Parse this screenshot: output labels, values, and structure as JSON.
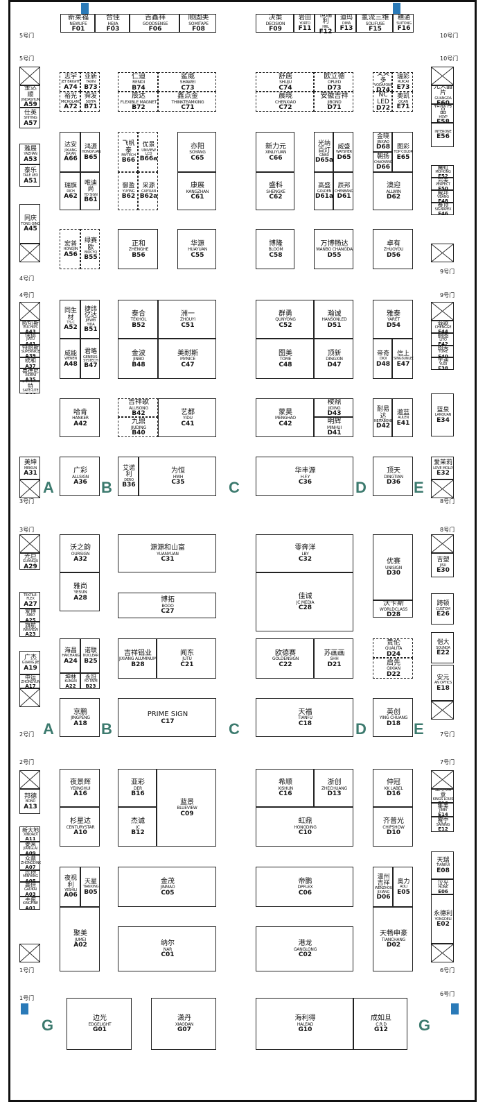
{
  "zones": [
    "A",
    "B",
    "C",
    "D",
    "E",
    "G"
  ],
  "gates": {
    "left": [
      "5号门",
      "4号门",
      "3号门",
      "2号门",
      "1号门"
    ],
    "right": [
      "10号门",
      "9号门",
      "8号门",
      "7号门",
      "6号门"
    ]
  },
  "booths": [
    {
      "code": "F01",
      "cn": "新莱福",
      "en": "NEWLIFE"
    },
    {
      "code": "F03",
      "cn": "合佳",
      "en": "HEJIA"
    },
    {
      "code": "F06",
      "cn": "吉鑫祥",
      "en": "GOODSENSE"
    },
    {
      "code": "F08",
      "cn": "顺固美",
      "en": "SOMITAPE"
    },
    {
      "code": "F09",
      "cn": "决策",
      "en": "DECISION"
    },
    {
      "code": "F11",
      "cn": "岩田",
      "en": "YORTO"
    },
    {
      "code": "F12",
      "cn": "恒瑞利",
      "en": "HRL"
    },
    {
      "code": "F13",
      "cn": "迪玛",
      "en": "DIMA"
    },
    {
      "code": "F15",
      "cn": "氢流三维",
      "en": "SOLIFUSE"
    },
    {
      "code": "F16",
      "cn": "穗通",
      "en": "SUITONG"
    },
    {
      "code": "A59",
      "cn": "金达顺",
      "en": "JINDASHUN"
    },
    {
      "code": "A57",
      "cn": "仕英",
      "en": "SHIYING"
    },
    {
      "code": "A53",
      "cn": "雅展",
      "en": "YAZHAN"
    },
    {
      "code": "A51",
      "cn": "泰乐",
      "en": "TALE LED"
    },
    {
      "code": "A45",
      "cn": "同庆",
      "en": "TONG QING"
    },
    {
      "code": "A74",
      "cn": "志宇",
      "en": "JET BRIGHT"
    },
    {
      "code": "B73",
      "cn": "亚新",
      "en": "YAXIN"
    },
    {
      "code": "A72",
      "cn": "裕光",
      "en": "MICROLAND"
    },
    {
      "code": "B71",
      "cn": "舜发",
      "en": "SOFFA"
    },
    {
      "code": "B74",
      "cn": "仁迪",
      "en": "RENDI"
    },
    {
      "code": "B72",
      "cn": "辰达",
      "en": "FLEXIBLE MAGNET"
    },
    {
      "code": "C73",
      "cn": "鲨威",
      "en": "SHAWEI"
    },
    {
      "code": "C71",
      "cn": "鑫点金",
      "en": "THINKTEAMKING"
    },
    {
      "code": "A66",
      "cn": "达安",
      "en": "JIXIANG DA'AN"
    },
    {
      "code": "B65",
      "cn": "鸿源",
      "en": "HONGYUAN"
    },
    {
      "code": "A62",
      "cn": "瑞旗",
      "en": "RICH"
    },
    {
      "code": "B61",
      "cn": "唯迪尚",
      "en": "YD SIGN"
    },
    {
      "code": "B66",
      "cn": "飞帆泰",
      "en": "FAYTECH"
    },
    {
      "code": "B66a",
      "cn": "优景",
      "en": "UNIVIEW LCD"
    },
    {
      "code": "B62",
      "cn": "御盈",
      "en": "YUYING"
    },
    {
      "code": "B62a",
      "cn": "采源",
      "en": "CAIYUAN"
    },
    {
      "code": "C65",
      "cn": "亦阳",
      "en": "SOYANG"
    },
    {
      "code": "C61",
      "cn": "康展",
      "en": "KANGZHAN"
    },
    {
      "code": "A56",
      "cn": "宏普",
      "en": "HONGJIN"
    },
    {
      "code": "B55",
      "cn": "绿赛欧",
      "en": "BIOCYQ"
    },
    {
      "code": "B56",
      "cn": "正和",
      "en": "ZHENGHE"
    },
    {
      "code": "C55",
      "cn": "华源",
      "en": "HUAYUAN"
    },
    {
      "code": "A52",
      "cn": "同生材",
      "en": "T.S.C"
    },
    {
      "code": "B51",
      "cn": "捷纬亿达",
      "en": "JIEWEI YIDA"
    },
    {
      "code": "A48",
      "cn": "威能",
      "en": "WENEN"
    },
    {
      "code": "B47",
      "cn": "君略",
      "en": "GENESIS-SYSTECH"
    },
    {
      "code": "B52",
      "cn": "泰合",
      "en": "TEKHOL"
    },
    {
      "code": "C51",
      "cn": "洲一",
      "en": "ZHOUYI"
    },
    {
      "code": "B48",
      "cn": "金波",
      "en": "JINBO"
    },
    {
      "code": "C47",
      "cn": "美耐斯",
      "en": "MYNICE"
    },
    {
      "code": "A43",
      "cn": "欧切斯",
      "en": "EUCHIPS"
    },
    {
      "code": "A41",
      "cn": "佳途",
      "en": "JIATU"
    },
    {
      "code": "A39",
      "cn": "特耐斯",
      "en": "SUPERNICE"
    },
    {
      "code": "A37",
      "cn": "统和",
      "en": "TONGHE"
    },
    {
      "code": "A35",
      "cn": "喜德尼",
      "en": "XIDENI"
    },
    {
      "code": "A33",
      "cn": "赛特莱特",
      "en": "SATE-LITE"
    },
    {
      "code": "A42",
      "cn": "哈肯",
      "en": "HANKER"
    },
    {
      "code": "B42",
      "cn": "吉祥歌",
      "en": "ALUSONG"
    },
    {
      "code": "B40",
      "cn": "九鼎",
      "en": "JIUDING"
    },
    {
      "code": "C41",
      "cn": "艺都",
      "en": "YIDU"
    },
    {
      "code": "A31",
      "cn": "美坤",
      "en": "MEIKUN"
    },
    {
      "code": "A36",
      "cn": "广彩",
      "en": "ALLSIGN"
    },
    {
      "code": "B36",
      "cn": "艾诺利",
      "en": "DERO"
    },
    {
      "code": "C35",
      "cn": "为恒",
      "en": "HWH"
    },
    {
      "code": "C74",
      "cn": "舒居",
      "en": "SHUJU"
    },
    {
      "code": "D73",
      "cn": "欧立德",
      "en": "OPLED"
    },
    {
      "code": "C72",
      "cn": "晨晓",
      "en": "CHENXIAO"
    },
    {
      "code": "D71",
      "cn": "安徽吉祥",
      "en": "JIBOND"
    },
    {
      "code": "D74",
      "cn": "艾美多",
      "en": "VODAFONE"
    },
    {
      "code": "E73",
      "cn": "瑞彩",
      "en": "RUICAI"
    },
    {
      "code": "D72",
      "cn": "NC LED",
      "en": ""
    },
    {
      "code": "E71",
      "cn": "奥凯",
      "en": "OCAN"
    },
    {
      "code": "C66",
      "cn": "新力元",
      "en": "XINLIYUAN"
    },
    {
      "code": "C62",
      "cn": "盛科",
      "en": "SHENGKE"
    },
    {
      "code": "D65a",
      "cn": "光纳百灯",
      "en": "GNBD"
    },
    {
      "code": "D65",
      "cn": "威盛",
      "en": "WAYSHER"
    },
    {
      "code": "D61a",
      "cn": "高盛",
      "en": "GOLDEN"
    },
    {
      "code": "D61",
      "cn": "辰邦",
      "en": "CHENBANG"
    },
    {
      "code": "D68",
      "cn": "金晓",
      "en": "JINXIAO"
    },
    {
      "code": "D66",
      "cn": "朝扬",
      "en": "CHAOYANG"
    },
    {
      "code": "E65",
      "cn": "图彩",
      "en": "TOP COLOR"
    },
    {
      "code": "D62",
      "cn": "澳迎",
      "en": "ALLWIN"
    },
    {
      "code": "E60",
      "cn": "光大晶片",
      "en": "GUANGDA"
    },
    {
      "code": "E58",
      "cn": "和顺有品",
      "en": "HSYP"
    },
    {
      "code": "E56",
      "cn": "",
      "en": "INTERONE"
    },
    {
      "code": "E52",
      "cn": "魔虹",
      "en": "MOHONG"
    },
    {
      "code": "E50",
      "cn": "完美",
      "en": "PERFECT"
    },
    {
      "code": "E48",
      "cn": "威邦",
      "en": "VBANG"
    },
    {
      "code": "E46",
      "cn": "赛顶",
      "en": "SIGNAPEX"
    },
    {
      "code": "C58",
      "cn": "博隆",
      "en": "BLOOM"
    },
    {
      "code": "D55",
      "cn": "万博畅达",
      "en": "WANBO CHANGDA"
    },
    {
      "code": "D56",
      "cn": "卓有",
      "en": "ZHUOYOU"
    },
    {
      "code": "C52",
      "cn": "群勇",
      "en": "QUNYONG"
    },
    {
      "code": "D51",
      "cn": "瀚诚",
      "en": "HANSONLED"
    },
    {
      "code": "C48",
      "cn": "图美",
      "en": "TOME"
    },
    {
      "code": "D47",
      "cn": "顶新",
      "en": "DINGXIN"
    },
    {
      "code": "D54",
      "cn": "雅泰",
      "en": "YARET"
    },
    {
      "code": "D48",
      "cn": "帝奇",
      "en": "DIQI"
    },
    {
      "code": "E47",
      "cn": "信上",
      "en": "SINGSUNLED"
    },
    {
      "code": "E44",
      "cn": "诚歌",
      "en": "CHENGGE"
    },
    {
      "code": "E42",
      "cn": "丽图",
      "en": "LITO"
    },
    {
      "code": "E40",
      "cn": "图美",
      "en": "TOME"
    },
    {
      "code": "E38",
      "cn": "宇迪",
      "en": "YUDI"
    },
    {
      "code": "E34",
      "cn": "蓝泉",
      "en": "LANQUAN"
    },
    {
      "code": "C42",
      "cn": "蒙昊",
      "en": "MENGHAO"
    },
    {
      "code": "D43",
      "cn": "稷鼎",
      "en": "JIDING"
    },
    {
      "code": "D41",
      "cn": "明辉",
      "en": "MINHUI"
    },
    {
      "code": "D42",
      "cn": "耐易达",
      "en": "NEITABOND"
    },
    {
      "code": "E41",
      "cn": "遨蓝",
      "en": "AULEN"
    },
    {
      "code": "C36",
      "cn": "华丰源",
      "en": "H.F.Y"
    },
    {
      "code": "D36",
      "cn": "顶天",
      "en": "DINGTIAN"
    },
    {
      "code": "E32",
      "cn": "爱茉莉",
      "en": "LOVE MOLLY"
    },
    {
      "code": "A29",
      "cn": "光巨",
      "en": "GUANGJU"
    },
    {
      "code": "A27",
      "cn": "",
      "en": "TEXTILE-FLEX"
    },
    {
      "code": "A25",
      "cn": "爱博",
      "en": "AIBO"
    },
    {
      "code": "A23",
      "cn": "旗航",
      "en": "WINVIEW"
    },
    {
      "code": "A19",
      "cn": "广杰",
      "en": "GUANG JIE"
    },
    {
      "code": "A17",
      "cn": "中运",
      "en": "ZHONGYUN"
    },
    {
      "code": "A32",
      "cn": "沃之韵",
      "en": "OURSIGN"
    },
    {
      "code": "A28",
      "cn": "雅尚",
      "en": "YESUN"
    },
    {
      "code": "C31",
      "cn": "源源和山富",
      "en": "YUANYUAN"
    },
    {
      "code": "C27",
      "cn": "博拓",
      "en": "BODO"
    },
    {
      "code": "A24",
      "cn": "海昌",
      "en": "HAICHANG"
    },
    {
      "code": "B25",
      "cn": "诺联",
      "en": "NUCLEAR"
    },
    {
      "code": "A22",
      "cn": "坤林",
      "en": "KUNLIN"
    },
    {
      "code": "B23",
      "cn": "永冠",
      "en": "YD TAPE"
    },
    {
      "code": "B28",
      "cn": "吉祥铝业",
      "en": "JIXIANG ALUMINUM"
    },
    {
      "code": "C21",
      "cn": "闻东",
      "en": "JUTU"
    },
    {
      "code": "A18",
      "cn": "京鹏",
      "en": "JINGPENG"
    },
    {
      "code": "C17",
      "cn": "PRIME SIGN",
      "en": ""
    },
    {
      "code": "C32",
      "cn": "零奔洋",
      "en": "LBY"
    },
    {
      "code": "C28",
      "cn": "佳诚",
      "en": "JC MEDIA"
    },
    {
      "code": "D30",
      "cn": "优赛",
      "en": "UNISIGN"
    },
    {
      "code": "D28",
      "cn": "沃卡斯",
      "en": "WORLDCLASS"
    },
    {
      "code": "E30",
      "cn": "吉塑",
      "en": "JISU"
    },
    {
      "code": "E26",
      "cn": "跨顿",
      "en": "CUSTOM"
    },
    {
      "code": "E22",
      "cn": "恺大",
      "en": "SOUNDA"
    },
    {
      "code": "E18",
      "cn": "安元",
      "en": "AN OPTICS"
    },
    {
      "code": "C22",
      "cn": "欧德赛",
      "en": "GOLDENSIGN"
    },
    {
      "code": "D21",
      "cn": "苏画画",
      "en": "SHH"
    },
    {
      "code": "D24",
      "cn": "贵伦",
      "en": "QUALITA"
    },
    {
      "code": "D22",
      "cn": "启先",
      "en": "QIXIAN"
    },
    {
      "code": "C18",
      "cn": "天福",
      "en": "TIANFU"
    },
    {
      "code": "D18",
      "cn": "英创",
      "en": "YING CHUANG"
    },
    {
      "code": "A13",
      "cn": "邦德",
      "en": "BOND"
    },
    {
      "code": "A11",
      "cn": "新大地",
      "en": "XINDADI"
    },
    {
      "code": "A09",
      "cn": "姜来",
      "en": "JIANGLAI"
    },
    {
      "code": "A07",
      "cn": "众鼎",
      "en": "ZHONGDING"
    },
    {
      "code": "A05",
      "cn": "民扬",
      "en": "MINYANG"
    },
    {
      "code": "A03",
      "cn": "高倍",
      "en": "GAOKAI"
    },
    {
      "code": "A01",
      "cn": "丰盈",
      "en": "KINGFINE"
    },
    {
      "code": "A16",
      "cn": "夜景辉",
      "en": "YEJINGHUI"
    },
    {
      "code": "A10",
      "cn": "杉星达",
      "en": "CENTURYSTAR"
    },
    {
      "code": "B16",
      "cn": "亚彩",
      "en": "DER"
    },
    {
      "code": "B12",
      "cn": "杰诚",
      "en": "JC"
    },
    {
      "code": "C09",
      "cn": "蓝景",
      "en": "BLUEVIEW"
    },
    {
      "code": "A06",
      "cn": "夜视利",
      "en": "YESHILI"
    },
    {
      "code": "B05",
      "cn": "天星",
      "en": "TIANXING"
    },
    {
      "code": "C05",
      "cn": "金茂",
      "en": "JINMAO"
    },
    {
      "code": "A02",
      "cn": "聚美",
      "en": "JUMEI"
    },
    {
      "code": "C01",
      "cn": "纳尔",
      "en": "NAR"
    },
    {
      "code": "C16",
      "cn": "希顺",
      "en": "XISHUN"
    },
    {
      "code": "D13",
      "cn": "浙创",
      "en": "ZHECHUANG"
    },
    {
      "code": "C10",
      "cn": "虹鼎",
      "en": "HONGDING"
    },
    {
      "code": "D16",
      "cn": "仲冠",
      "en": "KK LABEL"
    },
    {
      "code": "D10",
      "cn": "齐普光",
      "en": "CHIPSHOW"
    },
    {
      "code": "E16",
      "cn": "金水如意",
      "en": "KINGS LOUIS"
    },
    {
      "code": "E14",
      "cn": "集美",
      "en": "JIMEI"
    },
    {
      "code": "E12",
      "cn": "赛宁",
      "en": "SAINING"
    },
    {
      "code": "E08",
      "cn": "天瑞",
      "en": "TIANRUI"
    },
    {
      "code": "E06",
      "cn": "汉光",
      "en": "HUNK"
    },
    {
      "code": "E02",
      "cn": "永德利",
      "en": "YONGDELI"
    },
    {
      "code": "C06",
      "cn": "帝鹏",
      "en": "DPFLEX"
    },
    {
      "code": "D06",
      "cn": "温州吉祥",
      "en": "WENZHOU JIXIANG"
    },
    {
      "code": "E05",
      "cn": "奥力",
      "en": "AOLI"
    },
    {
      "code": "C02",
      "cn": "港龙",
      "en": "GANGLONG"
    },
    {
      "code": "D02",
      "cn": "天畅申豪",
      "en": "TIANCHANG"
    },
    {
      "code": "G01",
      "cn": "边光",
      "en": "EDGELIGHT"
    },
    {
      "code": "G07",
      "cn": "潇丹",
      "en": "XIAODAN"
    },
    {
      "code": "G10",
      "cn": "海利得",
      "en": "HALEAD"
    },
    {
      "code": "G12",
      "cn": "成如旦",
      "en": "C.R.D"
    }
  ]
}
